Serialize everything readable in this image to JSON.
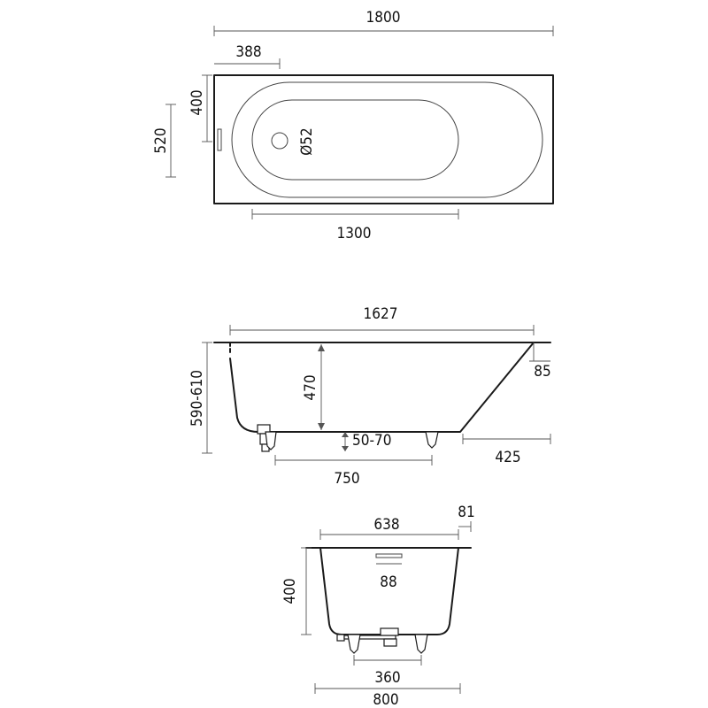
{
  "top_view": {
    "length_total": "1800",
    "offset_drain": "388",
    "inner_width": "400",
    "outer_width": "520",
    "inner_length": "1300",
    "drain_diameter": "Ø52"
  },
  "side_view": {
    "inner_length": "1627",
    "depth": "470",
    "height": "590-610",
    "rim": "85",
    "feet_clearance": "50-70",
    "feet_spacing": "750",
    "slope_run": "425"
  },
  "front_view": {
    "inner_width": "638",
    "rim_width": "81",
    "overflow_width": "88",
    "depth": "400",
    "feet_spacing": "360",
    "outer_width": "800"
  },
  "colors": {
    "line": "#1a1a1a",
    "dimension": "#555555"
  }
}
